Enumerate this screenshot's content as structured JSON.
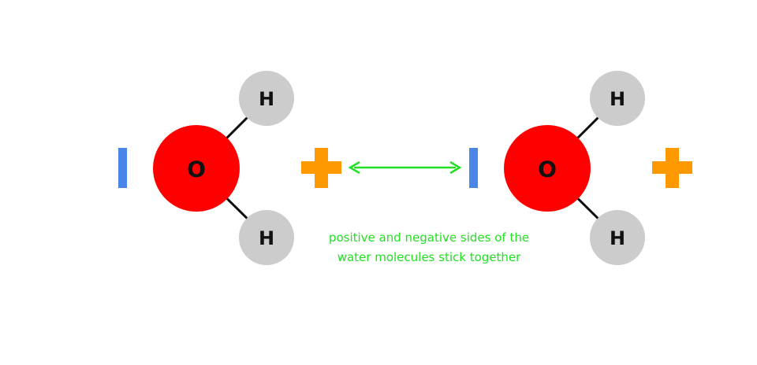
{
  "colors": {
    "oxygen": "#ff0000",
    "hydrogen": "#cccccc",
    "bond": "#111111",
    "negative": "#4a86e8",
    "positive": "#ff9900",
    "annotation": "#22e022"
  },
  "molecules": [
    {
      "oxygen_label": "O",
      "hydrogen_top_label": "H",
      "hydrogen_bottom_label": "H"
    },
    {
      "oxygen_label": "O",
      "hydrogen_top_label": "H",
      "hydrogen_bottom_label": "H"
    }
  ],
  "annotation": {
    "line1": "positive and negative sides of the",
    "line2": "water molecules stick together"
  }
}
